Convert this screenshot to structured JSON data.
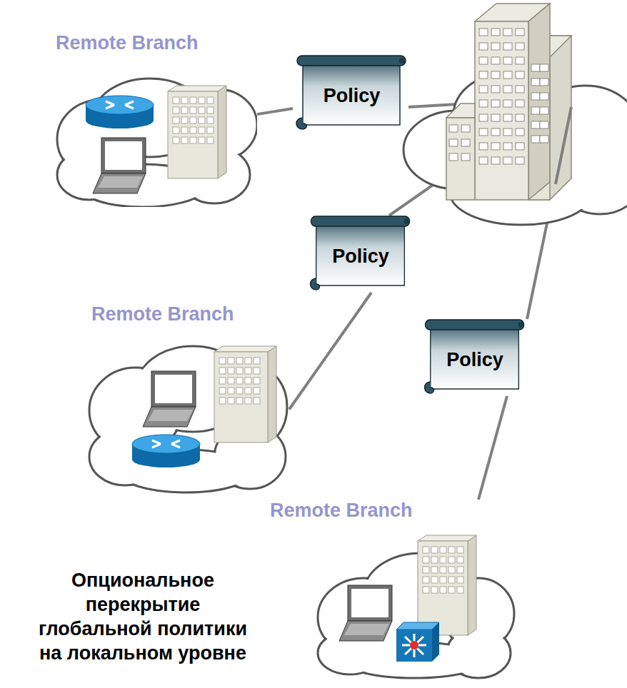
{
  "diagram": {
    "nodes": [
      {
        "text": [
          "Remote Branch"
        ]
      },
      {
        "text": [
          "Policy"
        ]
      },
      {
        "text": [
          "Remote Branch"
        ]
      },
      {
        "text": [
          "Policy"
        ]
      },
      {
        "text": [
          "Remote Branch"
        ]
      },
      {
        "text": [
          "Policy"
        ]
      }
    ],
    "edges": [
      {
        "from": 0,
        "to": 1,
        "arrow": "none"
      },
      {
        "from": 2,
        "to": 3,
        "arrow": "none"
      },
      {
        "from": 4,
        "to": 5,
        "arrow": "none"
      }
    ],
    "labels": [
      "Опциональное перекрытие глобальной политики на локальном уровне"
    ]
  }
}
